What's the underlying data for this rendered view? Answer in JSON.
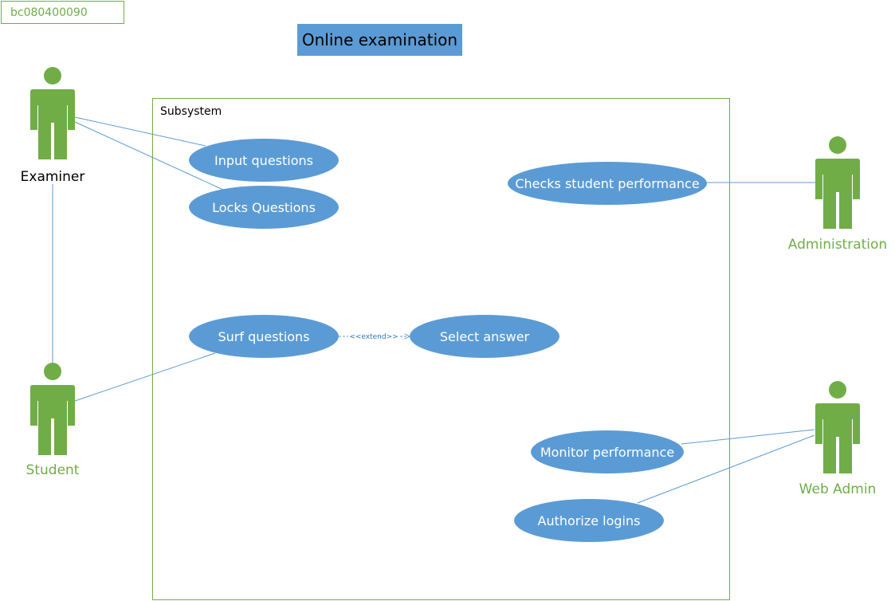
{
  "id_label": "bc080400090",
  "title": "Online examination",
  "subsystem": {
    "label": "Subsystem"
  },
  "actors": [
    {
      "key": "examiner",
      "label": "Examiner",
      "color": "#70ad47",
      "label_color": "#000000"
    },
    {
      "key": "student",
      "label": "Student",
      "color": "#70ad47",
      "label_color": "#70ad47"
    },
    {
      "key": "administration",
      "label": "Administration",
      "color": "#70ad47",
      "label_color": "#70ad47"
    },
    {
      "key": "web-admin",
      "label": "Web Admin",
      "color": "#70ad47",
      "label_color": "#70ad47"
    }
  ],
  "use_cases": [
    {
      "key": "input-questions",
      "label": "Input questions"
    },
    {
      "key": "locks-questions",
      "label": "Locks Questions"
    },
    {
      "key": "checks-student-performance",
      "label": "Checks student performance"
    },
    {
      "key": "surf-questions",
      "label": "Surf questions"
    },
    {
      "key": "select-answer",
      "label": "Select answer"
    },
    {
      "key": "monitor-performance",
      "label": "Monitor performance"
    },
    {
      "key": "authorize-logins",
      "label": "Authorize logins"
    }
  ],
  "relationships": [
    {
      "key": "extend",
      "label": "<<extend>>",
      "from": "surf-questions",
      "to": "select-answer"
    }
  ],
  "colors": {
    "actor": "#70ad47",
    "use_case": "#5b9bd5",
    "line": "#5b9bd5",
    "border": "#70ad47"
  }
}
